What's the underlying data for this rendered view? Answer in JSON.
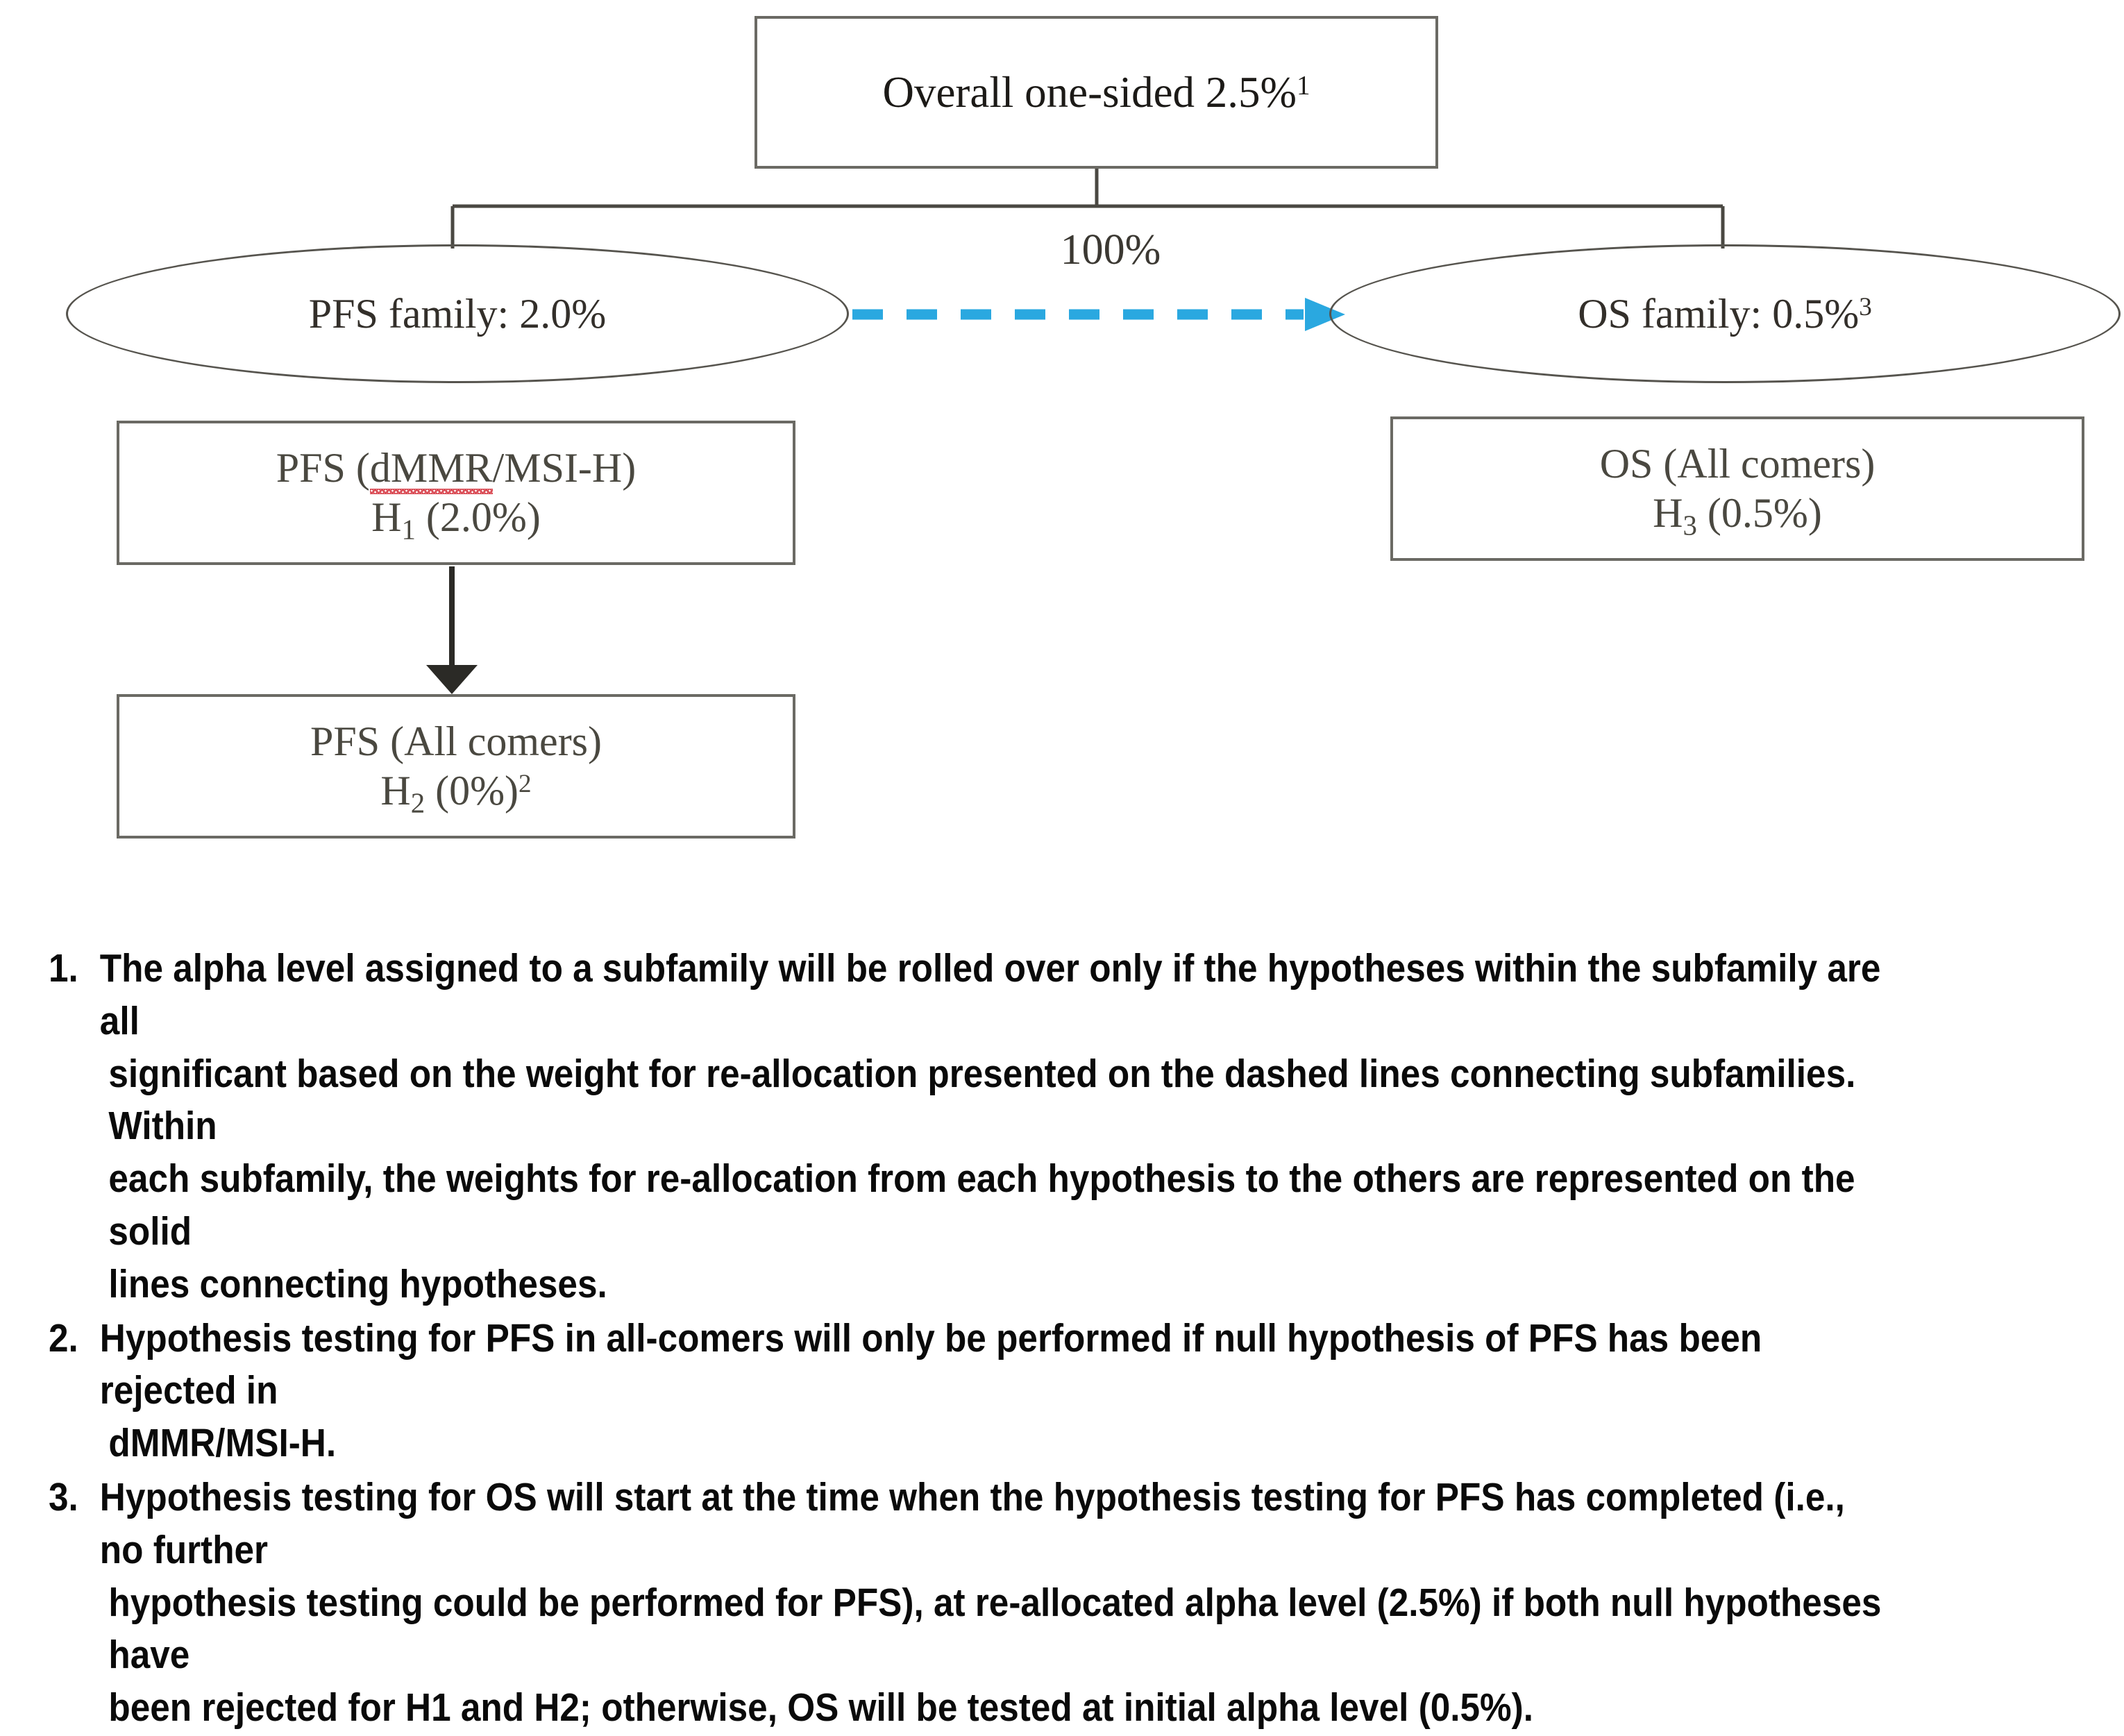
{
  "diagram": {
    "title_box": {
      "label": "Overall one-sided 2.5%",
      "superscript": "1"
    },
    "families": [
      {
        "id": "pfs-family",
        "label": "PFS family: 2.0%",
        "alpha": "2.0%"
      },
      {
        "id": "os-family",
        "label": "OS family: 0.5%",
        "superscript": "3",
        "alpha": "0.5%"
      }
    ],
    "weight_edge": {
      "label": "100%",
      "from": "PFS family",
      "to": "OS family",
      "style": "dashed",
      "color": "#2aa8e0"
    },
    "hypotheses": [
      {
        "id": "h1",
        "line1_prefix": "PFS (",
        "line1_misspelled": "dMMR",
        "line1_suffix": "/MSI-H)",
        "line2_base": "H",
        "line2_sub": "1",
        "line2_value": " (2.0%)",
        "line2_sup": ""
      },
      {
        "id": "h2",
        "line1": "PFS (All comers)",
        "line2_base": "H",
        "line2_sub": "2",
        "line2_value": " (0%)",
        "line2_sup": "2"
      },
      {
        "id": "h3",
        "line1": "OS (All comers)",
        "line2_base": "H",
        "line2_sub": "3",
        "line2_value": " (0.5%)",
        "line2_sup": ""
      }
    ],
    "colors": {
      "box_border": "#6b6a64",
      "ellipse_border": "#56544e",
      "connector": "#4a4842",
      "dashed_arrow": "#2aa8e0",
      "spellcheck_underline": "#d9444d",
      "text": "#1c1a17"
    }
  },
  "footnotes": [
    {
      "number": "1.",
      "line1": "The alpha level assigned to a subfamily will be rolled over only if the hypotheses within the subfamily are all",
      "line2": "significant based on the weight for re-allocation presented on the dashed lines connecting subfamilies. Within",
      "line3": "each subfamily, the weights for re-allocation from each hypothesis to the others are represented on the solid",
      "line4": "lines connecting hypotheses."
    },
    {
      "number": "2.",
      "line1": "Hypothesis testing for PFS in all-comers will only be performed if null hypothesis of PFS has been rejected in",
      "line2": "dMMR/MSI-H."
    },
    {
      "number": "3.",
      "line1": "Hypothesis testing for OS will start at the time when the hypothesis testing for PFS has completed (i.e., no further",
      "line2": "hypothesis testing could be performed for PFS), at re-allocated alpha level (2.5%) if both null hypotheses have",
      "line3": "been rejected for H1 and H2; otherwise, OS will be tested at initial alpha level (0.5%)."
    }
  ]
}
